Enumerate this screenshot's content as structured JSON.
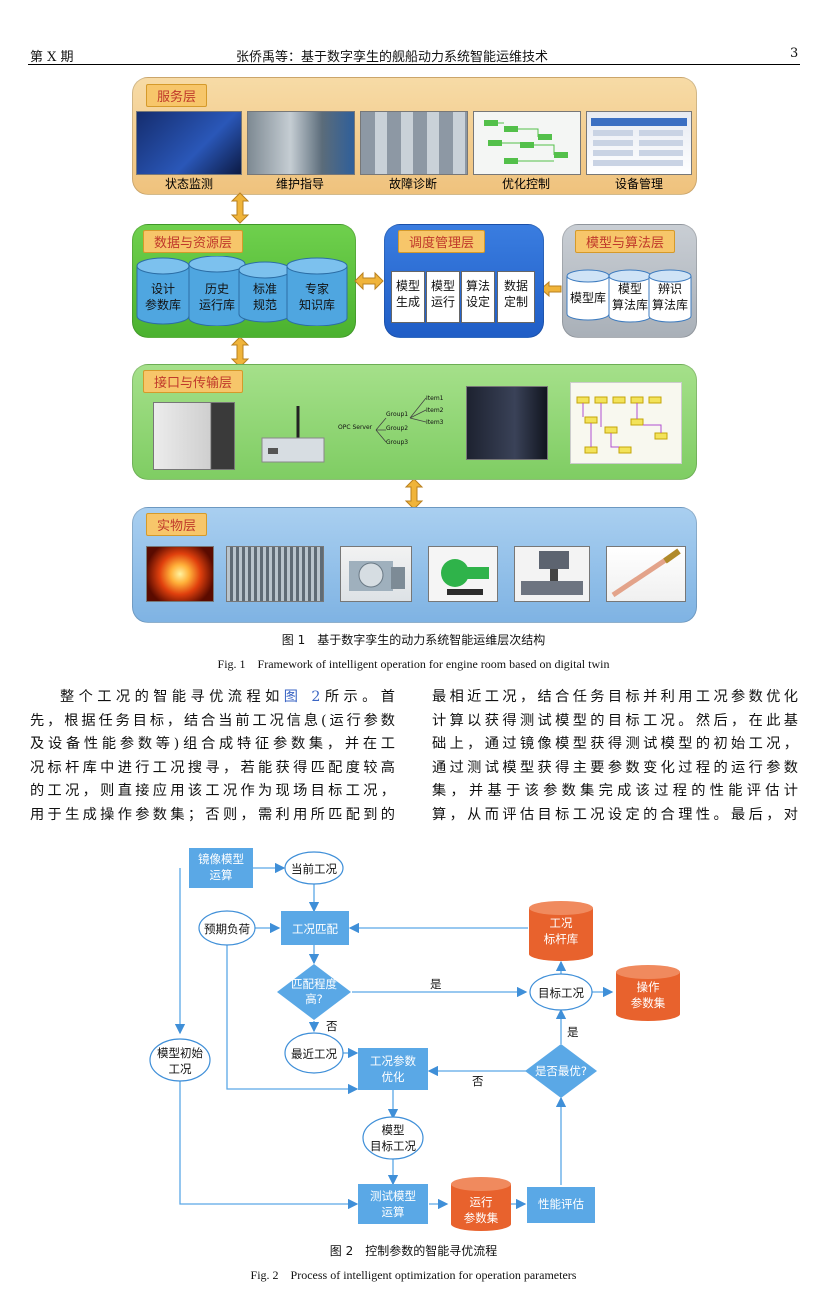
{
  "header": {
    "left": "第 X 期",
    "center": "张侨禹等：基于数字孪生的舰船动力系统智能运维技术",
    "page": "3"
  },
  "fig1": {
    "service": {
      "title": "服务层",
      "items": [
        "状态监测",
        "维护指导",
        "故障诊断",
        "优化控制",
        "设备管理"
      ]
    },
    "data_res": {
      "title": "数据与资源层",
      "items": [
        "设计\n参数库",
        "历史\n运行库",
        "标准\n规范",
        "专家\n知识库"
      ]
    },
    "schedule": {
      "title": "调度管理层",
      "items": [
        "模型\n生成",
        "模型\n运行",
        "算法\n设定",
        "数据\n定制"
      ]
    },
    "model_alg": {
      "title": "模型与算法层",
      "items": [
        "模型库",
        "模型\n算法库",
        "辨识\n算法库"
      ]
    },
    "interface": {
      "title": "接口与传输层",
      "opc": {
        "server": "OPC Server",
        "groups": [
          "Group1",
          "Group2",
          "Group3"
        ],
        "items": [
          "Item1",
          "Item2",
          "Item3"
        ]
      }
    },
    "physical": {
      "title": "实物层"
    },
    "caption_cn": "图 1　基于数字孪生的动力系统智能运维层次结构",
    "caption_en": "Fig. 1　Framework of intelligent operation for engine room based on digital twin"
  },
  "text": {
    "left": [
      "整个工况的智能寻优流程如",
      "图 2",
      "所示。首",
      "先，根据任务目标，结合当前工况信息(运行参数",
      "及设备性能参数等)组合成特征参数集，并在工",
      "况标杆库中进行工况搜寻，若能获得匹配度较高",
      "的工况，则直接应用该工况作为现场目标工况，",
      "用于生成操作参数集；否则，需利用所匹配到的"
    ],
    "right": [
      "最相近工况，结合任务目标并利用工况参数优化",
      "计算以获得测试模型的目标工况。然后，在此基",
      "础上，通过镜像模型获得测试模型的初始工况，",
      "通过测试模型获得主要参数变化过程的运行参数",
      "集，并基于该参数集完成该过程的性能评估计",
      "算，从而评估目标工况设定的合理性。最后，对"
    ]
  },
  "fig2": {
    "nodes": {
      "mirror": "镜像模型\n运算",
      "current": "当前工况",
      "load": "预期负荷",
      "match": "工况匹配",
      "benchmark": "工况\n标杆库",
      "degree": "匹配程度\n高?",
      "target": "目标工况",
      "ops": "操作\n参数集",
      "nearest": "最近工况",
      "optimize": "工况参数\n优化",
      "best": "是否最优?",
      "init": "模型初始\n工况",
      "model_target": "模型\n目标工况",
      "test": "测试模型\n运算",
      "run": "运行\n参数集",
      "eval": "性能评估"
    },
    "labels": {
      "yes1": "是",
      "no1": "否",
      "yes2": "是",
      "no2": "否"
    },
    "caption_cn": "图 2　控制参数的智能寻优流程",
    "caption_en": "Fig. 2　Process of intelligent optimization for operation parameters"
  },
  "colors": {
    "service": "#f2cf8e",
    "data": "#5cc43e",
    "schedule": "#2f6fd6",
    "model": "#b9c0c8",
    "interface": "#8fd874",
    "physical": "#8bbbe6",
    "flow_blue": "#5aa8e6",
    "flow_orange": "#e8622d"
  }
}
